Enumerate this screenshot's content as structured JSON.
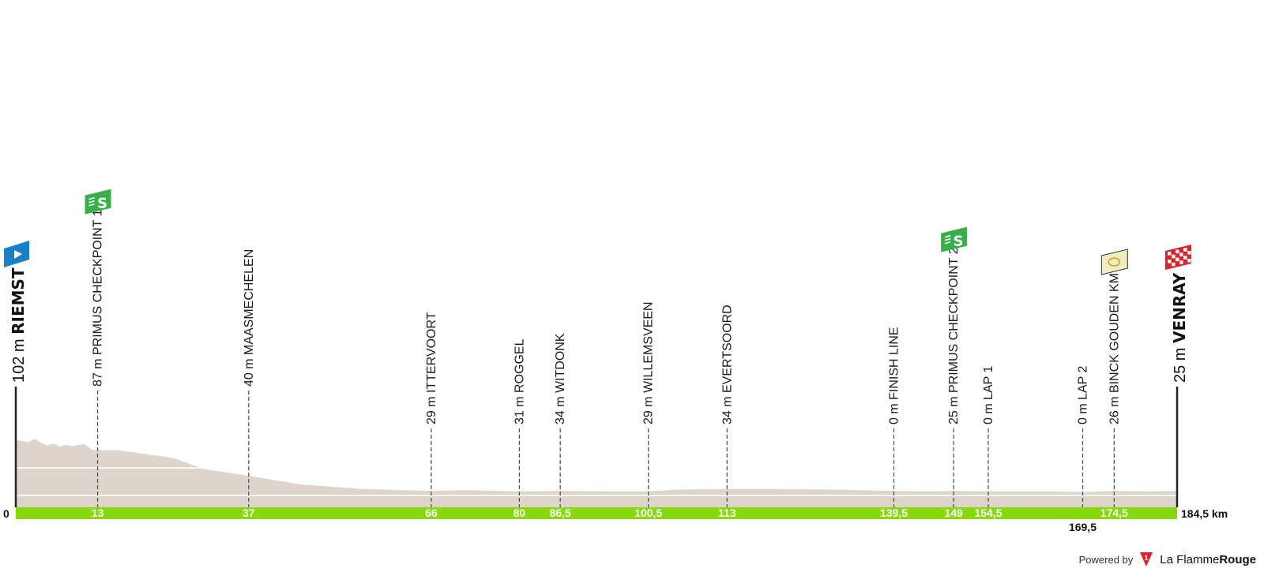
{
  "chart_data": {
    "type": "area",
    "distance_km": [
      0,
      1,
      2,
      3,
      4,
      5,
      6,
      7,
      8,
      9,
      10,
      11,
      12,
      13,
      16,
      20,
      25,
      30,
      37,
      45,
      55,
      66,
      72,
      80,
      86.5,
      95,
      100.5,
      105,
      113,
      120,
      130,
      139.5,
      145,
      149,
      154.5,
      160,
      165,
      169.5,
      174.5,
      180,
      184.5
    ],
    "elevation_m": [
      102,
      101,
      99,
      104,
      98,
      94,
      97,
      92,
      95,
      93,
      95,
      96,
      88,
      87,
      87,
      82,
      75,
      58,
      48,
      35,
      28,
      25,
      26,
      24,
      25,
      24,
      24,
      27,
      28,
      28,
      27,
      25,
      24,
      25,
      24,
      24,
      24,
      23,
      25,
      24,
      25
    ],
    "max_elevation_m": 102,
    "waypoints": [
      {
        "km": 13,
        "km_label": "13",
        "label": "87 m PRIMUS CHECKPOINT 1",
        "marker": "sprint-icon"
      },
      {
        "km": 37,
        "km_label": "37",
        "label": "40 m MAASMECHELEN"
      },
      {
        "km": 66,
        "km_label": "66",
        "label": "29 m ITTERVOORT"
      },
      {
        "km": 80,
        "km_label": "80",
        "label": "31 m ROGGEL"
      },
      {
        "km": 86.5,
        "km_label": "86,5",
        "label": "34 m WITDONK"
      },
      {
        "km": 100.5,
        "km_label": "100,5",
        "label": "29 m WILLEMSVEEN"
      },
      {
        "km": 113,
        "km_label": "113",
        "label": "34 m EVERTSOORD"
      },
      {
        "km": 139.5,
        "km_label": "139,5",
        "label": "0 m FINISH LINE"
      },
      {
        "km": 149,
        "km_label": "149",
        "label": "25 m PRIMUS CHECKPOINT 2",
        "marker": "sprint-icon"
      },
      {
        "km": 154.5,
        "km_label": "154,5",
        "label": "0 m LAP 1"
      },
      {
        "km": 169.5,
        "km_label": "169,5",
        "label": "0 m LAP 2",
        "km_below": true
      },
      {
        "km": 174.5,
        "km_label": "174,5",
        "label": "26 m BINCK GOUDEN KM",
        "marker": "golden-km-icon"
      }
    ],
    "start": {
      "elevation_label": "102 m",
      "name": "RIEMST",
      "km_label": "0"
    },
    "finish": {
      "elevation_label": "25 m",
      "name": "VENRAY",
      "km_label": "184,5 km"
    },
    "colors": {
      "terrain": "#ddd4cb",
      "km_bar": "#86d90a",
      "start_flag": "#1a80c8",
      "sprint_flag": "#38b04a",
      "finish_flag": "#e0202a",
      "golden_km": "#f1ebc0"
    }
  },
  "footer": {
    "powered_by": "Powered by",
    "brand_light": "La Flamme",
    "brand_bold": "Rouge"
  }
}
